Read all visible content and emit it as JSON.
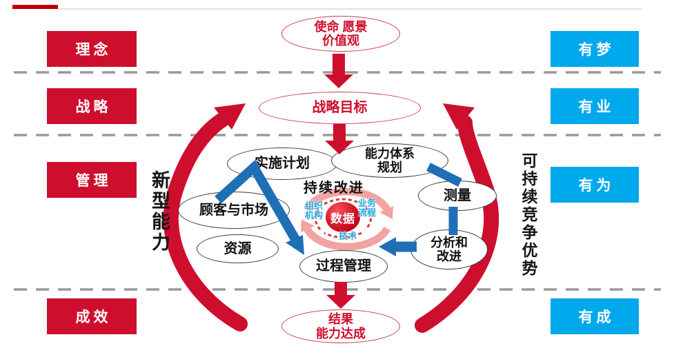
{
  "colors": {
    "red": "#CE0E2D",
    "cyan": "#00A8EC",
    "blue": "#1F6FB5",
    "pink_ring": "#F2A3A1",
    "dash_gray": "#999999"
  },
  "rows_left": [
    "理念",
    "战略",
    "管理",
    "成效"
  ],
  "rows_right": [
    "有梦",
    "有业",
    "有为",
    "有成"
  ],
  "ellipses": {
    "mission_line1": "使命  愿景",
    "mission_line2": "价值观",
    "strategy": "战略目标",
    "plan": "实施计划",
    "capability_line1": "能力体系",
    "capability_line2": "规划",
    "measure": "测量",
    "customers": "顾客与市场",
    "resources": "资源",
    "analysis_line1": "分析和",
    "analysis_line2": "改进",
    "process": "过程管理",
    "result_line1": "结果",
    "result_line2": "能力达成"
  },
  "hub": {
    "title": "持续改进",
    "center": "数据",
    "org_line1": "组织",
    "org_line2": "机构",
    "biz_line1": "业务",
    "biz_line2": "流程",
    "tech": "技术"
  },
  "sides": {
    "left_vertical": "新型能力",
    "right_vertical": "可持续竞争优势"
  }
}
